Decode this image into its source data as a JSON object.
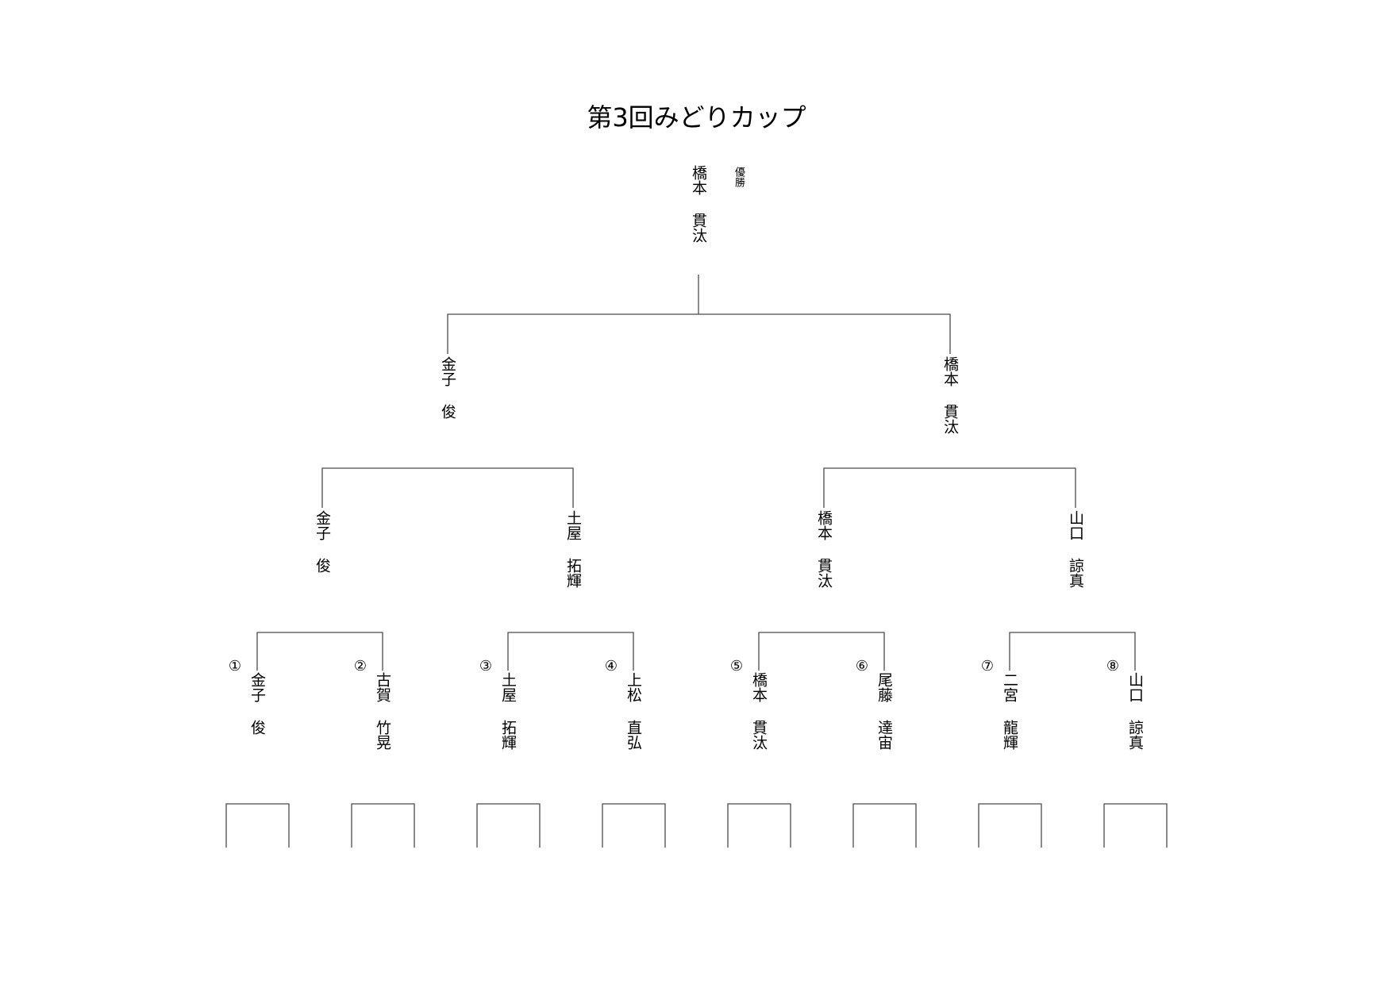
{
  "title": "第3回みどりカップ",
  "champion_label": "優勝",
  "champion": "橋本 貫汰",
  "semifinal": [
    "金子 俊",
    "橋本 貫汰"
  ],
  "quarterfinal": [
    "金子 俊",
    "土屋 拓輝",
    "橋本 貫汰",
    "山口 諒真"
  ],
  "entrants": [
    {
      "seed": "①",
      "name": "金子 俊"
    },
    {
      "seed": "②",
      "name": "古賀 竹晃"
    },
    {
      "seed": "③",
      "name": "土屋 拓輝"
    },
    {
      "seed": "④",
      "name": "上松 直弘"
    },
    {
      "seed": "⑤",
      "name": "橋本 貫汰"
    },
    {
      "seed": "⑥",
      "name": "尾藤 達宙"
    },
    {
      "seed": "⑦",
      "name": "二宮 龍輝"
    },
    {
      "seed": "⑧",
      "name": "山口 諒真"
    }
  ]
}
